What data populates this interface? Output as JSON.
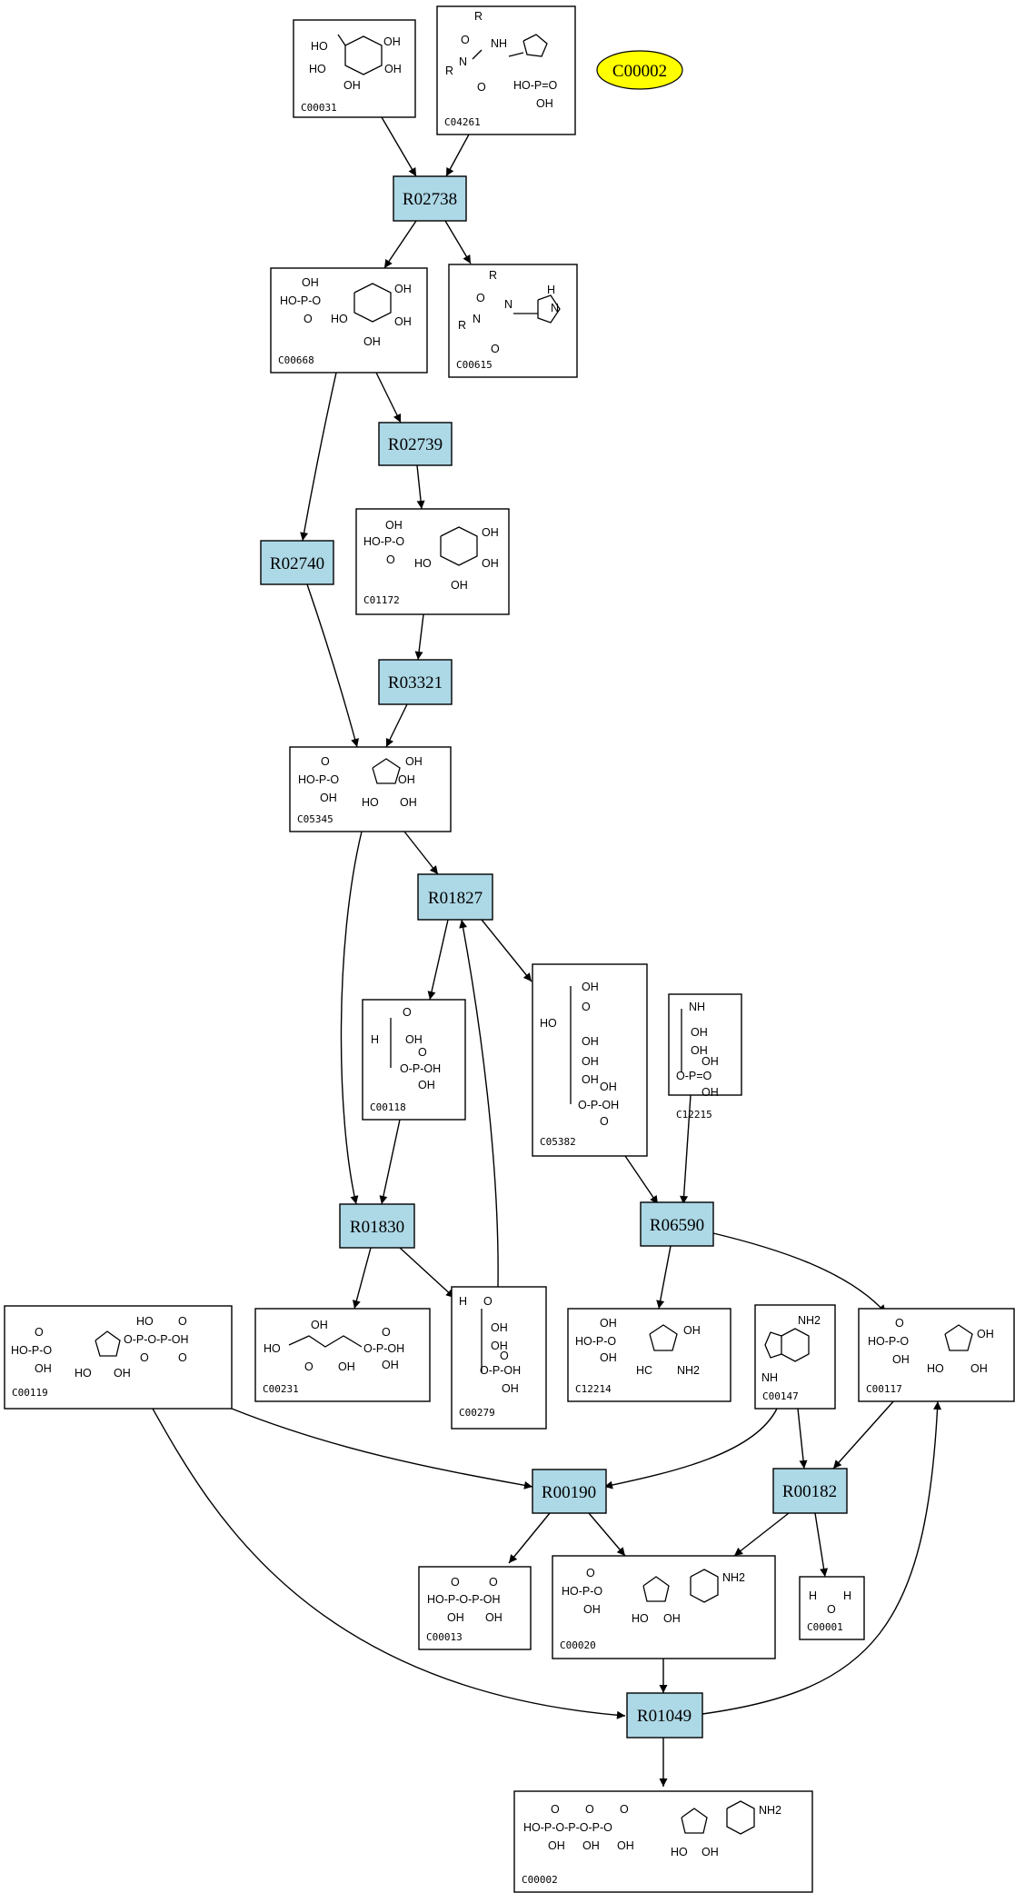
{
  "reactions": [
    {
      "id": "R02738",
      "label": "R02738"
    },
    {
      "id": "R02739",
      "label": "R02739"
    },
    {
      "id": "R02740",
      "label": "R02740"
    },
    {
      "id": "R03321",
      "label": "R03321"
    },
    {
      "id": "R01827",
      "label": "R01827"
    },
    {
      "id": "R01830",
      "label": "R01830"
    },
    {
      "id": "R06590",
      "label": "R06590"
    },
    {
      "id": "R00190",
      "label": "R00190"
    },
    {
      "id": "R00182",
      "label": "R00182"
    },
    {
      "id": "R01049",
      "label": "R01049"
    }
  ],
  "compounds": [
    {
      "id": "C00031",
      "label": "C00031"
    },
    {
      "id": "C04261",
      "label": "C04261"
    },
    {
      "id": "C00668",
      "label": "C00668"
    },
    {
      "id": "C00615",
      "label": "C00615"
    },
    {
      "id": "C01172",
      "label": "C01172"
    },
    {
      "id": "C05345",
      "label": "C05345"
    },
    {
      "id": "C00118",
      "label": "C00118"
    },
    {
      "id": "C05382",
      "label": "C05382"
    },
    {
      "id": "C12215",
      "label": "C12215"
    },
    {
      "id": "C00119",
      "label": "C00119"
    },
    {
      "id": "C00231",
      "label": "C00231"
    },
    {
      "id": "C00279",
      "label": "C00279"
    },
    {
      "id": "C12214",
      "label": "C12214"
    },
    {
      "id": "C00147",
      "label": "C00147"
    },
    {
      "id": "C00117",
      "label": "C00117"
    },
    {
      "id": "C00013",
      "label": "C00013"
    },
    {
      "id": "C00020",
      "label": "C00020"
    },
    {
      "id": "C00001",
      "label": "C00001"
    },
    {
      "id": "C00002",
      "label": "C00002"
    }
  ],
  "highlight": {
    "label": "C00002",
    "color": "#ffff00"
  },
  "colors": {
    "reaction_fill": "#add8e6",
    "compound_fill": "#ffffff",
    "edge": "#000000"
  },
  "edges": [
    {
      "from": "C00031",
      "to": "R02738"
    },
    {
      "from": "C04261",
      "to": "R02738"
    },
    {
      "from": "R02738",
      "to": "C00668"
    },
    {
      "from": "R02738",
      "to": "C00615"
    },
    {
      "from": "C00668",
      "to": "R02739"
    },
    {
      "from": "C00668",
      "to": "R02740"
    },
    {
      "from": "R02739",
      "to": "C01172"
    },
    {
      "from": "C01172",
      "to": "R03321"
    },
    {
      "from": "R02740",
      "to": "C05345"
    },
    {
      "from": "R03321",
      "to": "C05345"
    },
    {
      "from": "C05345",
      "to": "R01827"
    },
    {
      "from": "C05345",
      "to": "R01830"
    },
    {
      "from": "R01827",
      "to": "C00118"
    },
    {
      "from": "R01827",
      "to": "C05382"
    },
    {
      "from": "C00279",
      "to": "R01827"
    },
    {
      "from": "C00118",
      "to": "R01830"
    },
    {
      "from": "R01830",
      "to": "C00231"
    },
    {
      "from": "R01830",
      "to": "C00279"
    },
    {
      "from": "C05382",
      "to": "R06590"
    },
    {
      "from": "C12215",
      "to": "R06590"
    },
    {
      "from": "R06590",
      "to": "C12214"
    },
    {
      "from": "R06590",
      "to": "C00117"
    },
    {
      "from": "C00119",
      "to": "R00190"
    },
    {
      "from": "C00147",
      "to": "R00190"
    },
    {
      "from": "C00147",
      "to": "R00182"
    },
    {
      "from": "C00117",
      "to": "R00182"
    },
    {
      "from": "R00190",
      "to": "C00013"
    },
    {
      "from": "R00190",
      "to": "C00020"
    },
    {
      "from": "R00182",
      "to": "C00020"
    },
    {
      "from": "R00182",
      "to": "C00001"
    },
    {
      "from": "C00119",
      "to": "R01049"
    },
    {
      "from": "C00020",
      "to": "R01049"
    },
    {
      "from": "R01049",
      "to": "C00117"
    },
    {
      "from": "R01049",
      "to": "C00002"
    }
  ]
}
